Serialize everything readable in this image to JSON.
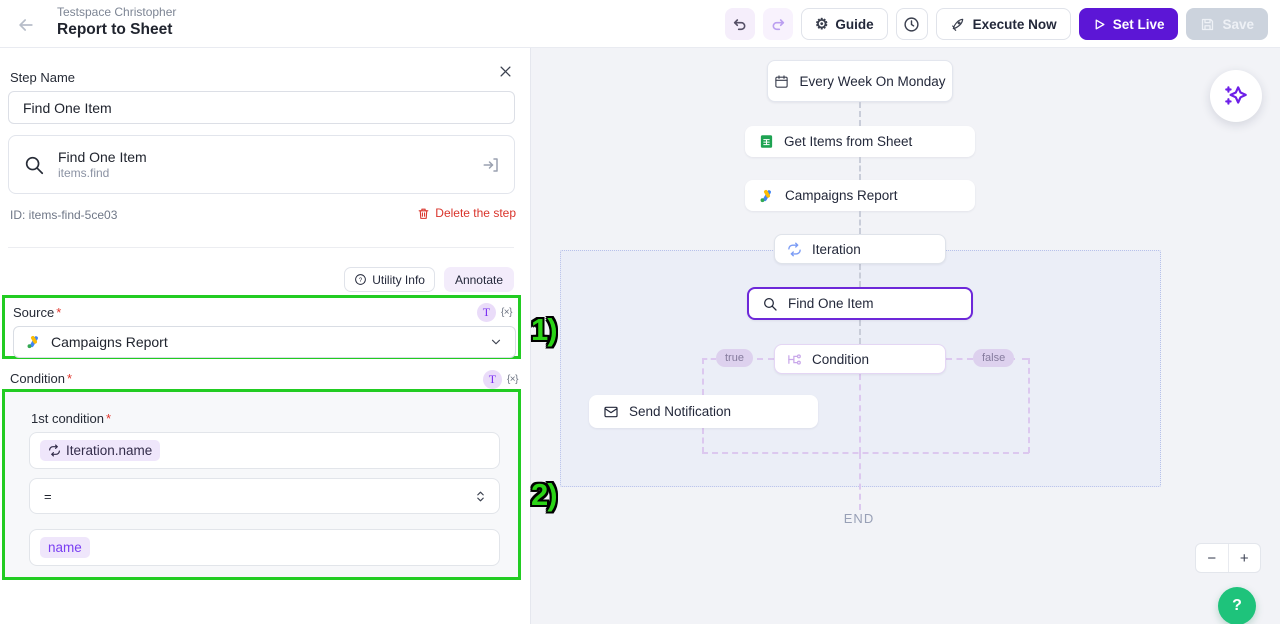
{
  "colors": {
    "accent_purple": "#5c16d6",
    "annotation_green": "#22cc22",
    "help_green": "#1ec37b",
    "selected_node_border": "#6d28d9",
    "chip_bg": "#efe6fb",
    "canvas_bg": "#f2f3f7",
    "iteration_region_bg": "#ebeef7"
  },
  "header": {
    "workspace_name": "Testspace Christopher",
    "flow_title": "Report to Sheet",
    "guide_label": "Guide",
    "execute_label": "Execute Now",
    "set_live_label": "Set Live",
    "save_label": "Save"
  },
  "panel": {
    "step_name_label": "Step Name",
    "step_name_value": "Find One Item",
    "action_card": {
      "title": "Find One Item",
      "subtitle": "items.find"
    },
    "step_id": "ID: items-find-5ce03",
    "delete_label": "Delete the step",
    "utility_info_label": "Utility Info",
    "annotate_label": "Annotate",
    "badge_text": "T",
    "badge_formula": "{×}",
    "required_mark": "*",
    "source": {
      "label": "Source",
      "selected": "Campaigns Report"
    },
    "condition": {
      "label": "Condition",
      "first_condition_label": "1st condition",
      "left_chip": "Iteration.name",
      "operator": "=",
      "right_chip": "name"
    }
  },
  "annotations": {
    "first": "1)",
    "second": "2)"
  },
  "canvas": {
    "trigger_label": "Every Week On Monday",
    "get_items_label": "Get Items from Sheet",
    "campaigns_label": "Campaigns Report",
    "iteration_label": "Iteration",
    "find_one_label": "Find One Item",
    "condition_label": "Condition",
    "true_label": "true",
    "false_label": "false",
    "send_notification_label": "Send Notification",
    "end_label": "END",
    "zoom_out": "−",
    "zoom_in": "+",
    "help_label": "?"
  }
}
